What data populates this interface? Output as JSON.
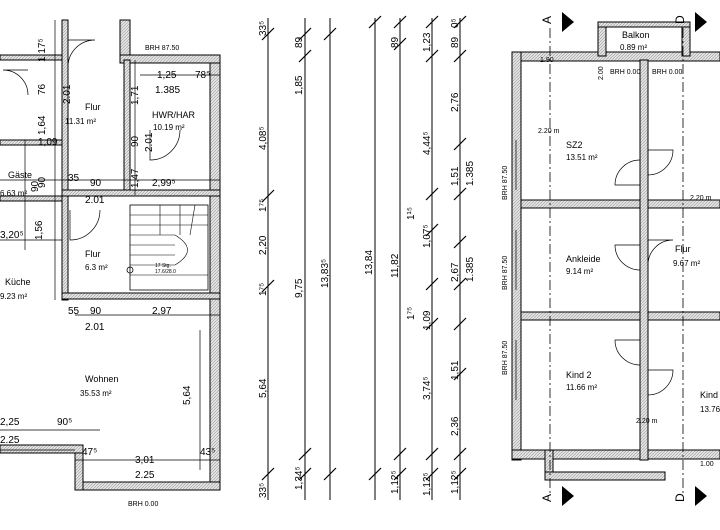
{
  "left_plan": {
    "rooms": [
      {
        "name": "Flur",
        "area": "11.31 m²"
      },
      {
        "name": "HWR/HAR",
        "area": "10.19 m²"
      },
      {
        "name": "Gäste",
        "area": "6.63 m²"
      },
      {
        "name": "Flur",
        "area": "6.3 m²"
      },
      {
        "name": "Küche",
        "area": "9.23 m²"
      },
      {
        "name": "Wohnen",
        "area": "35.53 m²"
      }
    ],
    "brh_labels": [
      "BRH 87.50",
      "BRH 0.00"
    ],
    "dimensions": [
      "1,17⁵",
      "2.01",
      "76",
      "1,64",
      "1,09",
      "35",
      "90",
      "90",
      "2,99⁵",
      "1,25",
      "78⁵",
      "1.385",
      "1,71",
      "90",
      "2.01",
      "1,47",
      "2.01",
      "1,56",
      "3,20⁵",
      "55",
      "90",
      "2,97",
      "2.01",
      "2,25",
      "90⁵",
      "2.25",
      "47⁵",
      "3,01",
      "43⁵",
      "2.25",
      "5,64",
      "90"
    ],
    "stair_note": [
      "17 Stg.",
      "17.6/28.0"
    ]
  },
  "section_dims": {
    "col1": [
      "33⁵",
      "4,08⁵",
      "1⁷⁵",
      "2,20",
      "1⁷⁵",
      "5,64",
      "33⁵"
    ],
    "col2": [
      "89",
      "1,85",
      "9,75",
      "1,34⁵"
    ],
    "col3": [
      "13,83⁵"
    ],
    "col4": [
      "13,84"
    ],
    "col5": [
      "89",
      "11,82",
      "1,12⁵"
    ],
    "col6": [
      "1,23",
      "4,44⁵",
      "1,07⁵",
      "1,09",
      "3,74⁵",
      "1,12⁵"
    ],
    "col6b": [
      "1¹⁵",
      "1⁷⁵"
    ],
    "col7": [
      "0⁵",
      "89",
      "2,76",
      "1,51",
      "1.385",
      "2,67",
      "1.385",
      "1,51",
      "2,36",
      "1,12⁵"
    ]
  },
  "right_plan": {
    "rooms": [
      {
        "name": "Balkon",
        "area": "0.89 m²"
      },
      {
        "name": "SZ2",
        "area": "13.51 m²"
      },
      {
        "name": "Ankleide",
        "area": "9.14 m²"
      },
      {
        "name": "Flur",
        "area": "9.67 m²"
      },
      {
        "name": "Kind 2",
        "area": "11.66 m²"
      },
      {
        "name": "Kind",
        "area": "13.76"
      }
    ],
    "section_marks": [
      "A",
      "A",
      "D",
      "D"
    ],
    "heights": [
      "1.90",
      "2.20 m",
      "2.20 m",
      "2.00",
      "2.20 m",
      "1.00"
    ],
    "brh_labels": [
      "BRH 0.00",
      "BRH 0.00",
      "BRH 87.50",
      "BRH 87.50",
      "BRH 87.50"
    ]
  },
  "colors": {
    "line": "#000000",
    "wall_hatch": "#d9d9d9"
  }
}
